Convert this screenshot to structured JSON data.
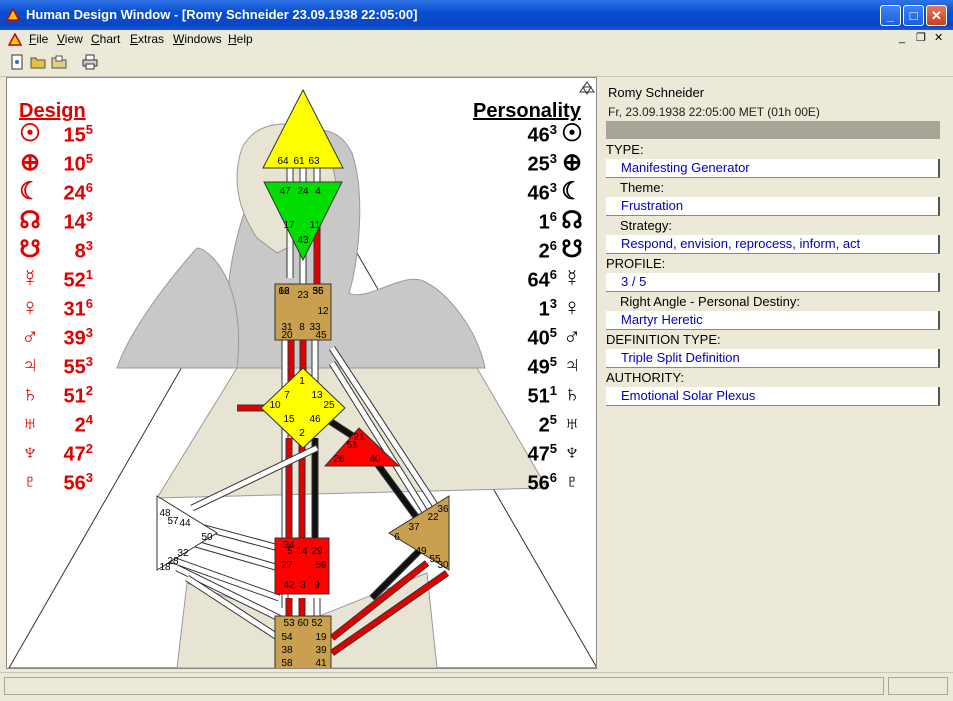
{
  "window": {
    "title": "Human Design Window - [Romy Schneider 23.09.1938 22:05:00]",
    "minimize": "_",
    "maximize": "□",
    "close": "✕"
  },
  "menu": [
    "File",
    "View",
    "Chart",
    "Extras",
    "Windows",
    "Help"
  ],
  "toolbar": [
    "new-icon",
    "open-icon",
    "open-folder-icon",
    "print-icon"
  ],
  "chart": {
    "design_header": "Design",
    "personality_header": "Personality",
    "design_color": "#e00000",
    "personality_color": "#000000",
    "design": [
      {
        "planet": "Sun",
        "symbol": "☉",
        "gate": "15",
        "line": "5"
      },
      {
        "planet": "Earth",
        "symbol": "⊕",
        "gate": "10",
        "line": "5"
      },
      {
        "planet": "Moon",
        "symbol": "☾",
        "gate": "24",
        "line": "6"
      },
      {
        "planet": "North Node",
        "symbol": "☊",
        "gate": "14",
        "line": "3"
      },
      {
        "planet": "South Node",
        "symbol": "☋",
        "gate": "8",
        "line": "3"
      },
      {
        "planet": "Mercury",
        "symbol": "☿",
        "gate": "52",
        "line": "1"
      },
      {
        "planet": "Venus",
        "symbol": "♀",
        "gate": "31",
        "line": "6"
      },
      {
        "planet": "Mars",
        "symbol": "♂",
        "gate": "39",
        "line": "3"
      },
      {
        "planet": "Jupiter",
        "symbol": "♃",
        "gate": "55",
        "line": "3"
      },
      {
        "planet": "Saturn",
        "symbol": "♄",
        "gate": "51",
        "line": "2"
      },
      {
        "planet": "Uranus",
        "symbol": "♅",
        "gate": "2",
        "line": "4"
      },
      {
        "planet": "Neptune",
        "symbol": "♆",
        "gate": "47",
        "line": "2"
      },
      {
        "planet": "Pluto",
        "symbol": "♇",
        "gate": "56",
        "line": "3"
      }
    ],
    "personality": [
      {
        "planet": "Sun",
        "symbol": "☉",
        "gate": "46",
        "line": "3"
      },
      {
        "planet": "Earth",
        "symbol": "⊕",
        "gate": "25",
        "line": "3"
      },
      {
        "planet": "Moon",
        "symbol": "☾",
        "gate": "46",
        "line": "3"
      },
      {
        "planet": "North Node",
        "symbol": "☊",
        "gate": "1",
        "line": "6"
      },
      {
        "planet": "South Node",
        "symbol": "☋",
        "gate": "2",
        "line": "6"
      },
      {
        "planet": "Mercury",
        "symbol": "☿",
        "gate": "64",
        "line": "6"
      },
      {
        "planet": "Venus",
        "symbol": "♀",
        "gate": "1",
        "line": "3"
      },
      {
        "planet": "Mars",
        "symbol": "♂",
        "gate": "40",
        "line": "5"
      },
      {
        "planet": "Jupiter",
        "symbol": "♃",
        "gate": "49",
        "line": "5"
      },
      {
        "planet": "Saturn",
        "symbol": "♄",
        "gate": "51",
        "line": "1"
      },
      {
        "planet": "Uranus",
        "symbol": "♅",
        "gate": "2",
        "line": "5"
      },
      {
        "planet": "Neptune",
        "symbol": "♆",
        "gate": "47",
        "line": "5"
      },
      {
        "planet": "Pluto",
        "symbol": "♇",
        "gate": "56",
        "line": "6"
      }
    ],
    "centers": {
      "head": {
        "gates": [
          "64",
          "61",
          "63"
        ],
        "color": "#ffff00"
      },
      "ajna": {
        "gates": [
          "47",
          "24",
          "4",
          "17",
          "11",
          "43"
        ],
        "color": "#00dd00"
      },
      "throat": {
        "gates": [
          "62",
          "23",
          "56",
          "16",
          "35",
          "12",
          "31",
          "8",
          "33",
          "20",
          "45"
        ],
        "color": "#c8a050"
      },
      "g": {
        "gates": [
          "1",
          "7",
          "13",
          "10",
          "25",
          "15",
          "46",
          "2"
        ],
        "color": "#ffff00"
      },
      "heart": {
        "gates": [
          "21",
          "51",
          "26",
          "40"
        ],
        "color": "#ff0000"
      },
      "spleen": {
        "gates": [
          "48",
          "57",
          "44",
          "50",
          "32",
          "28",
          "18"
        ],
        "color": "#ffffff"
      },
      "sacral": {
        "gates": [
          "34",
          "5",
          "14",
          "29",
          "27",
          "59",
          "42",
          "3",
          "9"
        ],
        "color": "#ff0000"
      },
      "solar_plexus": {
        "gates": [
          "36",
          "22",
          "37",
          "6",
          "49",
          "55",
          "30"
        ],
        "color": "#c8a050"
      },
      "root": {
        "gates": [
          "53",
          "60",
          "52",
          "54",
          "19",
          "38",
          "39",
          "58",
          "41"
        ],
        "color": "#c8a050"
      }
    }
  },
  "info": {
    "name": "Romy Schneider",
    "date": "Fr, 23.09.1938  22:05:00  MET (01h 00E)",
    "type_label": "TYPE:",
    "type_value": "Manifesting Generator",
    "theme_label": "Theme:",
    "theme_value": "Frustration",
    "strategy_label": "Strategy:",
    "strategy_value": "Respond, envision, reprocess, inform, act",
    "profile_label": "PROFILE:",
    "profile_value": "3 / 5",
    "cross_label": "Right Angle - Personal Destiny:",
    "cross_value": "Martyr Heretic",
    "definition_label": "DEFINITION TYPE:",
    "definition_value": "Triple Split Definition",
    "authority_label": "AUTHORITY:",
    "authority_value": "Emotional Solar Plexus"
  }
}
